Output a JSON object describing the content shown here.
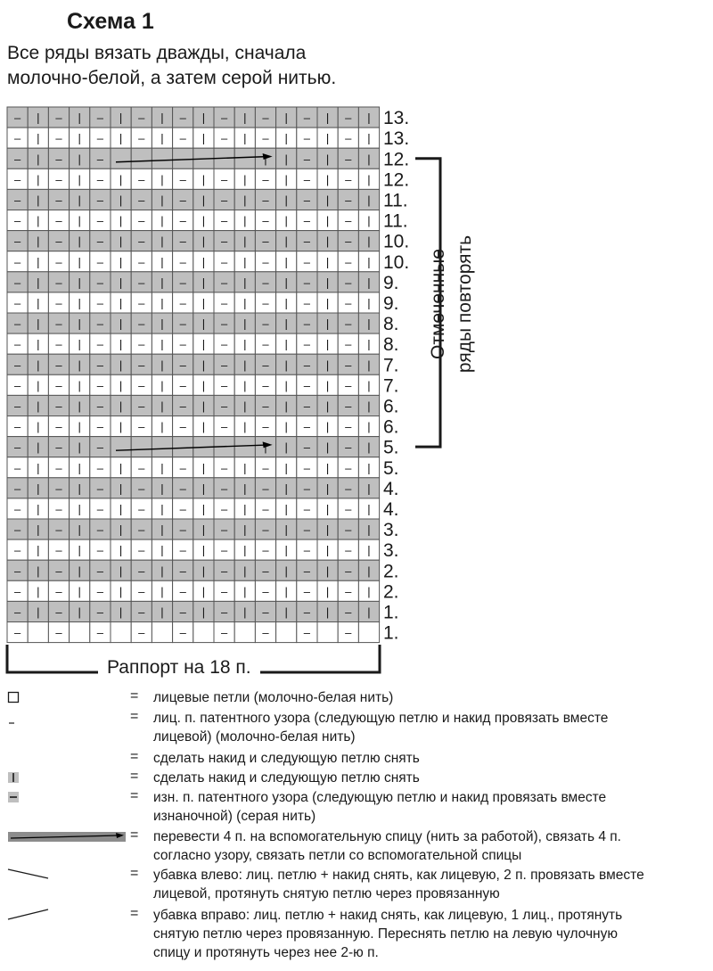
{
  "header": {
    "title": "Схема 1",
    "intro_lines": [
      "Все ряды вязать дважды, сначала",
      "молочно-белой, а затем серой нитью."
    ]
  },
  "chart": {
    "columns": 18,
    "row_labels": [
      "13.",
      "13.",
      "12.",
      "12.",
      "11.",
      "11.",
      "10.",
      "10.",
      "9.",
      "9.",
      "8.",
      "8.",
      "7.",
      "7.",
      "6.",
      "6.",
      "5.",
      "5.",
      "4.",
      "4.",
      "3.",
      "3.",
      "2.",
      "2.",
      "1.",
      "1."
    ],
    "row_shaded": [
      true,
      false,
      true,
      false,
      true,
      false,
      true,
      false,
      true,
      false,
      true,
      false,
      true,
      false,
      true,
      false,
      true,
      false,
      true,
      false,
      true,
      false,
      true,
      false,
      true,
      false
    ],
    "arrow_rows": [
      2,
      16
    ],
    "bracket_from_row": 2,
    "bracket_to_row": 16,
    "rapport_label": "Раппорт на 18 п.",
    "repeat_label_lines": [
      "Отмеченные",
      "ряды повторять"
    ],
    "colors": {
      "shade": "#bfbfbf",
      "grid": "#555555",
      "arrow": "#000000"
    }
  },
  "legend": [
    {
      "symbol": "white-square-icon",
      "eq": "=",
      "lines": [
        "лицевые петли (молочно-белая нить)"
      ]
    },
    {
      "symbol": "short-dash-icon",
      "eq": "=",
      "lines": [
        "лиц. п. патентного узора (следующую петлю и накид провязать вместе",
        "лицевой) (молочно-белая нить)"
      ]
    },
    {
      "symbol": "",
      "eq": "=",
      "lines": [
        "сделать накид и следующую петлю снять"
      ]
    },
    {
      "symbol": "grey-vertical-bar-icon",
      "eq": "=",
      "lines": [
        "сделать накид и следующую петлю снять"
      ]
    },
    {
      "symbol": "grey-dash-icon",
      "eq": "=",
      "lines": [
        "изн. п. патентного узора (следующую петлю и накид провязать вместе",
        "изнаночной) (серая нить)"
      ]
    },
    {
      "symbol": "arrow-bar-icon",
      "eq": "=",
      "lines": [
        "перевести 4 п. на вспомогательную спицу (нить за работой), связать 4 п.",
        "согласно узору, связать петли со вспомогательной спицы"
      ]
    },
    {
      "symbol": "decrease-left-icon",
      "eq": "=",
      "lines": [
        "убавка влево: лиц. петлю + накид снять, как лицевую, 2 п. провязать вместе",
        "лицевой, протянуть снятую петлю через провязанную"
      ]
    },
    {
      "symbol": "decrease-right-icon",
      "eq": "=",
      "lines": [
        "убавка вправо: лиц. петлю + накид снять, как лицевую, 1 лиц., протянуть",
        "снятую петлю через провязанную. Переснять петлю на левую чулочную",
        "спицу и протянуть через нее 2-ю п."
      ]
    }
  ]
}
